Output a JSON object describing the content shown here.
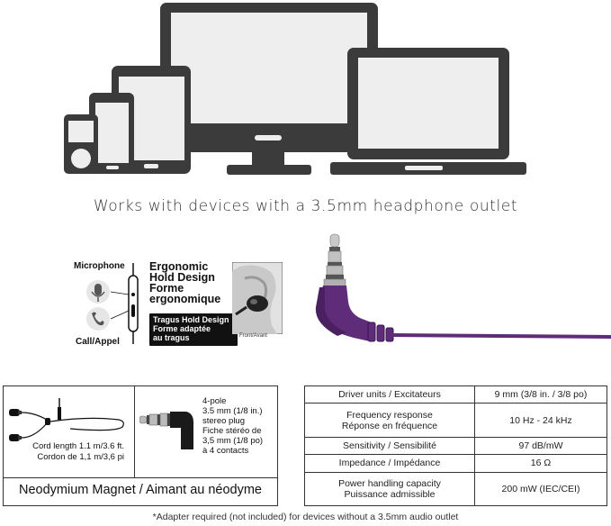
{
  "compat_text": "Works with devices with a 3.5mm headphone outlet",
  "labels": {
    "microphone": "Microphone",
    "call": "Call/Appel",
    "ergo_line1": "Ergonomic",
    "ergo_line2": "Hold Design",
    "ergo_line3": "Forme",
    "ergo_line4": "ergonomique",
    "tragus_line1": "Tragus Hold Design",
    "tragus_line2": "Forme adaptée",
    "tragus_line3": "au tragus",
    "front": "Front/Avant"
  },
  "left_box": {
    "cord_line1": "Cord length 1.1 m/3.6 ft.",
    "cord_line2": "Cordon de 1,1 m/3,6 pi",
    "plug_lines": [
      "4-pole",
      "3.5 mm (1/8 in.)",
      "stereo plug",
      "Fiche stéréo de",
      "3,5 mm (1/8 po)",
      "à 4 contacts"
    ],
    "magnet": "Neodymium Magnet / Aimant au néodyme"
  },
  "specs": [
    {
      "k1": "Driver units / Excitateurs",
      "k2": "",
      "v": "9 mm (3/8 in. / 3/8 po)"
    },
    {
      "k1": "Frequency response",
      "k2": "Réponse en fréquence",
      "v": "10 Hz - 24 kHz"
    },
    {
      "k1": "Sensitivity / Sensibilité",
      "k2": "",
      "v": "97 dB/mW"
    },
    {
      "k1": "Impedance / Impédance",
      "k2": "",
      "v": "16 Ω"
    },
    {
      "k1": "Power handling capacity",
      "k2": "Puissance admissible",
      "v": "200 mW (IEC/CEI)"
    }
  ],
  "footnote": "*Adapter required (not included) for devices without a 3.5mm audio outlet",
  "colors": {
    "device": "#3b3b3b",
    "screen": "#eeeeee",
    "cable": "#5e2c78",
    "plug_metal": "#b9b9b9"
  }
}
